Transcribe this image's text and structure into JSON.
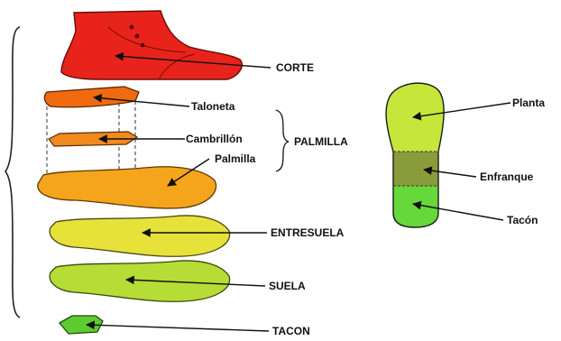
{
  "labels": {
    "corte": "CORTE",
    "taloneta": "Taloneta",
    "cambrillon": "Cambrillón",
    "palmilla_group": "PALMILLA",
    "palmilla": "Palmilla",
    "entresuela": "ENTRESUELA",
    "suela": "SUELA",
    "tacon_part": "TACON",
    "planta": "Planta",
    "enfranque": "Enfranque",
    "tacon_zone": "Tacón"
  },
  "colors": {
    "corte": "#e8231c",
    "taloneta": "#f06a10",
    "cambrillon": "#f28a1e",
    "palmilla": "#f5a51c",
    "entresuela": "#e6e23a",
    "suela": "#b6dc36",
    "tacon": "#5ccc30",
    "planta_front": "#c6e63c",
    "planta_mid": "#8a9b3a",
    "planta_heel": "#66d83a",
    "outline": "#1a1a1a"
  },
  "icons": {
    "boot": "boot-icon",
    "arrow": "arrow-icon",
    "brace": "curly-brace-icon"
  }
}
